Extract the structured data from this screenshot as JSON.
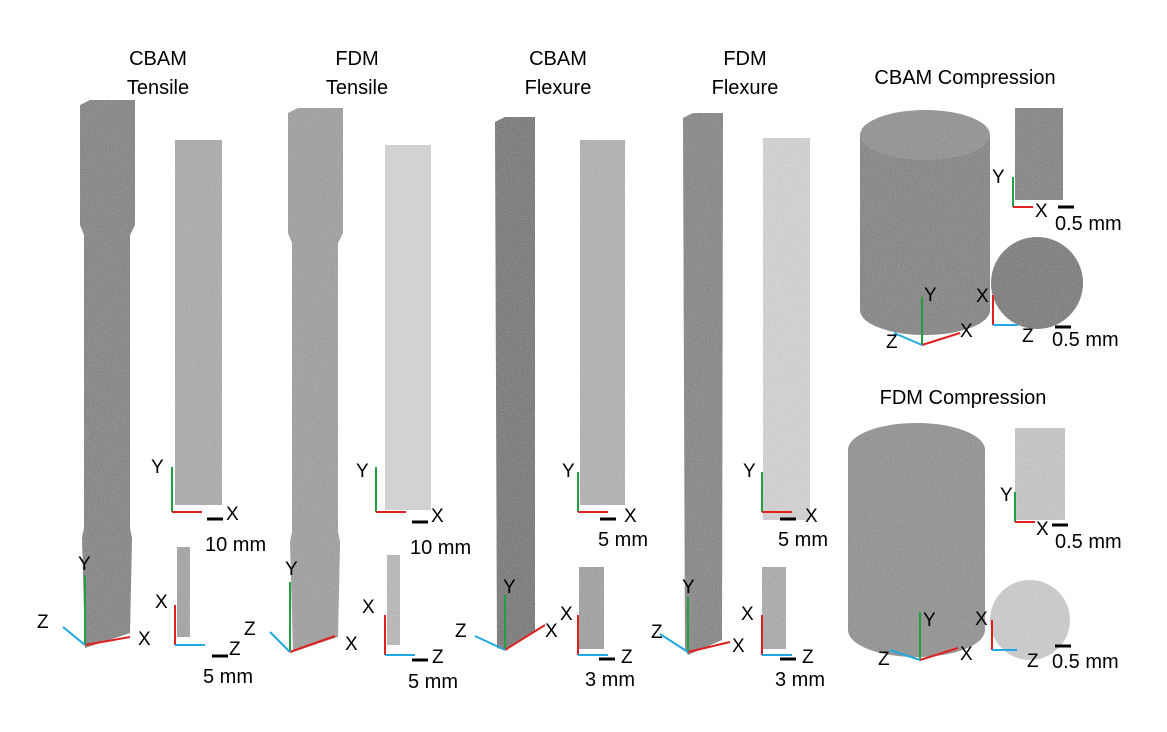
{
  "titles": {
    "cbam_tensile": [
      "CBAM",
      "Tensile"
    ],
    "fdm_tensile": [
      "FDM",
      "Tensile"
    ],
    "cbam_flexure": [
      "CBAM",
      "Flexure"
    ],
    "fdm_flexure": [
      "FDM",
      "Flexure"
    ],
    "cbam_compression": "CBAM Compression",
    "fdm_compression": "FDM Compression"
  },
  "axis_labels": {
    "x": "X",
    "y": "Y",
    "z": "Z"
  },
  "scale_bars": {
    "cbam_tensile_xy": "10 mm",
    "cbam_tensile_xz": "5 mm",
    "fdm_tensile_xy": "10 mm",
    "fdm_tensile_xz": "5 mm",
    "cbam_flexure_xy": "5 mm",
    "cbam_flexure_xz": "3 mm",
    "fdm_flexure_xy": "5 mm",
    "fdm_flexure_xz": "3 mm",
    "cbam_compression_xy": "0.5 mm",
    "cbam_compression_xz": "0.5 mm",
    "fdm_compression_xy": "0.5 mm",
    "fdm_compression_xz": "0.5 mm"
  },
  "colors": {
    "x_axis": "#e02020",
    "y_axis": "#20a040",
    "z_axis": "#20a8e0"
  }
}
